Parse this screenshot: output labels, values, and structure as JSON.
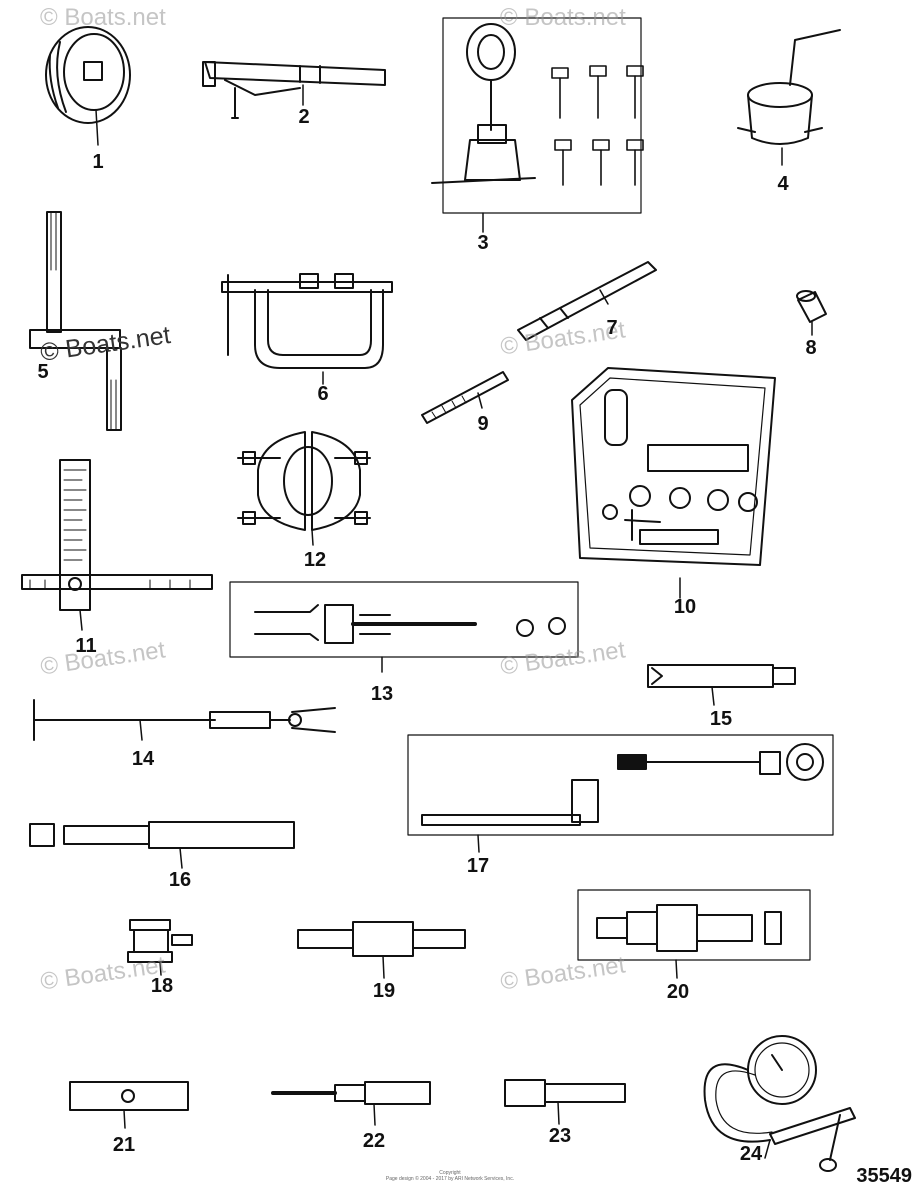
{
  "watermark": "© Boats.net",
  "callouts": [
    "1",
    "2",
    "3",
    "4",
    "5",
    "6",
    "7",
    "8",
    "9",
    "10",
    "11",
    "12",
    "13",
    "14",
    "15",
    "16",
    "17",
    "18",
    "19",
    "20",
    "21",
    "22",
    "23",
    "24"
  ],
  "copyright_line1": "Copyright",
  "copyright_line2": "Page design © 2004 - 2017 by ARI Network Services, Inc.",
  "diagram_number": "35549"
}
